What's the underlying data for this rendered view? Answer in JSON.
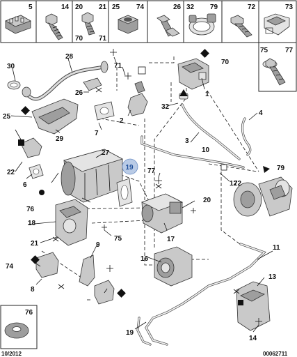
{
  "header_cells": [
    {
      "id": "c5",
      "labels": [
        "5"
      ]
    },
    {
      "id": "c14",
      "labels": [
        "14"
      ]
    },
    {
      "id": "c20",
      "labels": [
        "20",
        "21",
        "70",
        "71"
      ]
    },
    {
      "id": "c25",
      "labels": [
        "25",
        "74"
      ]
    },
    {
      "id": "c26",
      "labels": [
        "26"
      ]
    },
    {
      "id": "c32",
      "labels": [
        "32",
        "79"
      ]
    },
    {
      "id": "c72",
      "labels": [
        "72"
      ]
    },
    {
      "id": "c73",
      "labels": [
        "73"
      ]
    }
  ],
  "side_cell": {
    "labels": [
      "75",
      "77"
    ]
  },
  "washer_cell": {
    "label": "76"
  },
  "callouts": [
    "1",
    "2",
    "3",
    "4",
    "6",
    "7",
    "8",
    "9",
    "10",
    "11",
    "12",
    "13",
    "14",
    "16",
    "17",
    "18",
    "19",
    "20",
    "21",
    "22",
    "25",
    "26",
    "27",
    "28",
    "29",
    "30",
    "32",
    "70",
    "71",
    "72",
    "74",
    "75",
    "76",
    "77",
    "79"
  ],
  "highlight": {
    "label": "19",
    "color": "#b9cbe6"
  },
  "footer": {
    "left": "10/2012",
    "right": "00062711"
  },
  "colors": {
    "line": "#111111",
    "part": "#c9c9c9",
    "highlight_text": "#1f4f9a"
  }
}
